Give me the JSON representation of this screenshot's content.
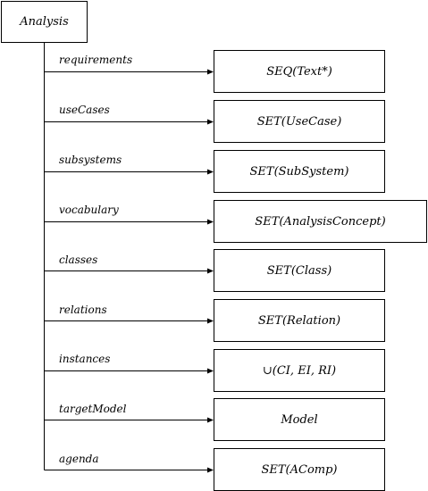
{
  "root": {
    "label": "Analysis"
  },
  "edges": [
    {
      "label": "requirements",
      "target": "SEQ(Text*)"
    },
    {
      "label": "useCases",
      "target": "SET(UseCase)"
    },
    {
      "label": "subsystems",
      "target": "SET(SubSystem)"
    },
    {
      "label": "vocabulary",
      "target": "SET(AnalysisConcept)"
    },
    {
      "label": "classes",
      "target": "SET(Class)"
    },
    {
      "label": "relations",
      "target": "SET(Relation)"
    },
    {
      "label": "instances",
      "target": "∪(CI, EI, RI)"
    },
    {
      "label": "targetModel",
      "target": "Model"
    },
    {
      "label": "agenda",
      "target": "SET(AComp)"
    }
  ]
}
